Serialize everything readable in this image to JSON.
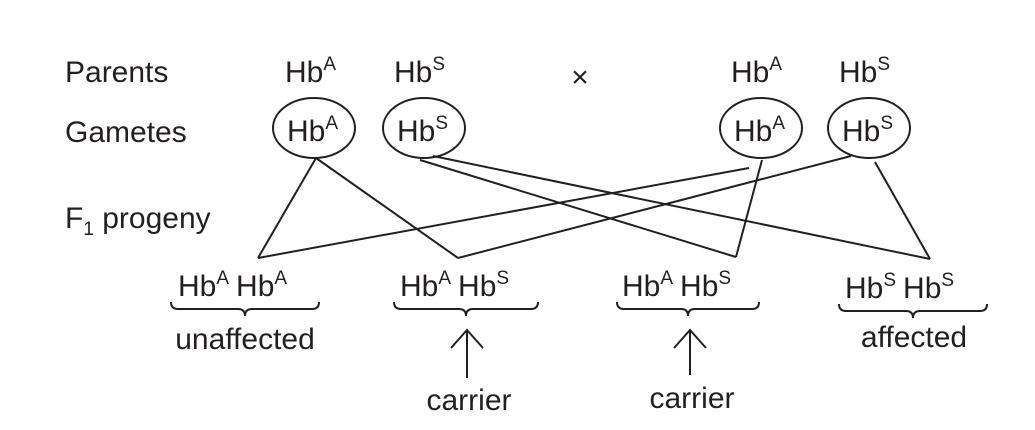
{
  "labels": {
    "parents": "Parents",
    "gametes": "Gametes",
    "progeny_prefix": "F",
    "progeny_sub": "1",
    "progeny_suffix": " progeny",
    "cross": "×"
  },
  "parents": [
    {
      "alleles": [
        {
          "base": "Hb",
          "sup": "A"
        },
        {
          "base": "Hb",
          "sup": "S"
        }
      ]
    },
    {
      "alleles": [
        {
          "base": "Hb",
          "sup": "A"
        },
        {
          "base": "Hb",
          "sup": "S"
        }
      ]
    }
  ],
  "gametes": [
    {
      "base": "Hb",
      "sup": "A"
    },
    {
      "base": "Hb",
      "sup": "S"
    },
    {
      "base": "Hb",
      "sup": "A"
    },
    {
      "base": "Hb",
      "sup": "S"
    }
  ],
  "progeny": [
    {
      "genotype": [
        {
          "base": "Hb",
          "sup": "A"
        },
        {
          "base": "Hb",
          "sup": "A"
        }
      ],
      "label": "unaffected"
    },
    {
      "genotype": [
        {
          "base": "Hb",
          "sup": "A"
        },
        {
          "base": "Hb",
          "sup": "S"
        }
      ],
      "label": "carrier"
    },
    {
      "genotype": [
        {
          "base": "Hb",
          "sup": "A"
        },
        {
          "base": "Hb",
          "sup": "S"
        }
      ],
      "label": "carrier"
    },
    {
      "genotype": [
        {
          "base": "Hb",
          "sup": "S"
        },
        {
          "base": "Hb",
          "sup": "S"
        }
      ],
      "label": "affected"
    }
  ]
}
